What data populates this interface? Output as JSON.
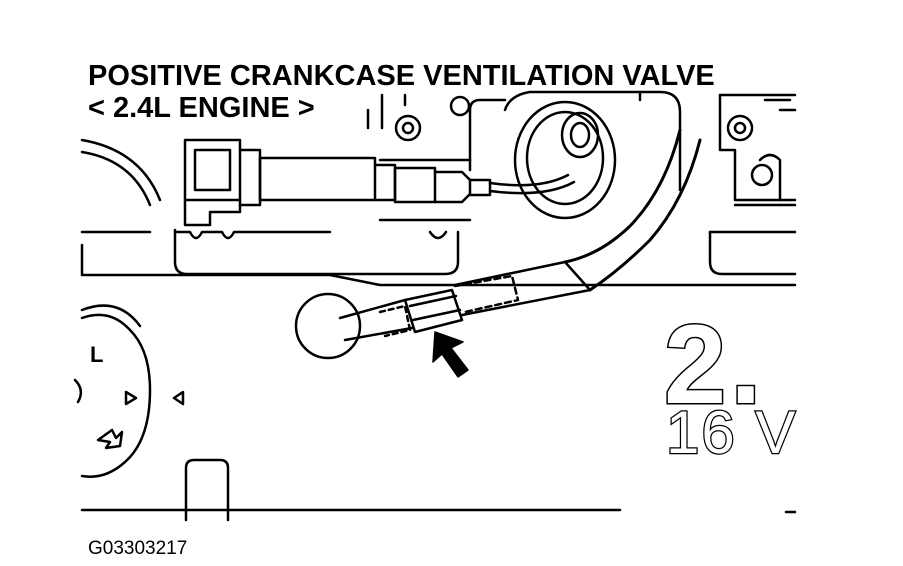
{
  "diagram": {
    "title_line_1": "POSITIVE CRANKCASE VENTILATION VALVE",
    "title_line_2": "< 2.4L ENGINE >",
    "figure_id": "G03303217",
    "emboss_large": "2.",
    "emboss_small": "16 V",
    "cap_letter": "L"
  }
}
